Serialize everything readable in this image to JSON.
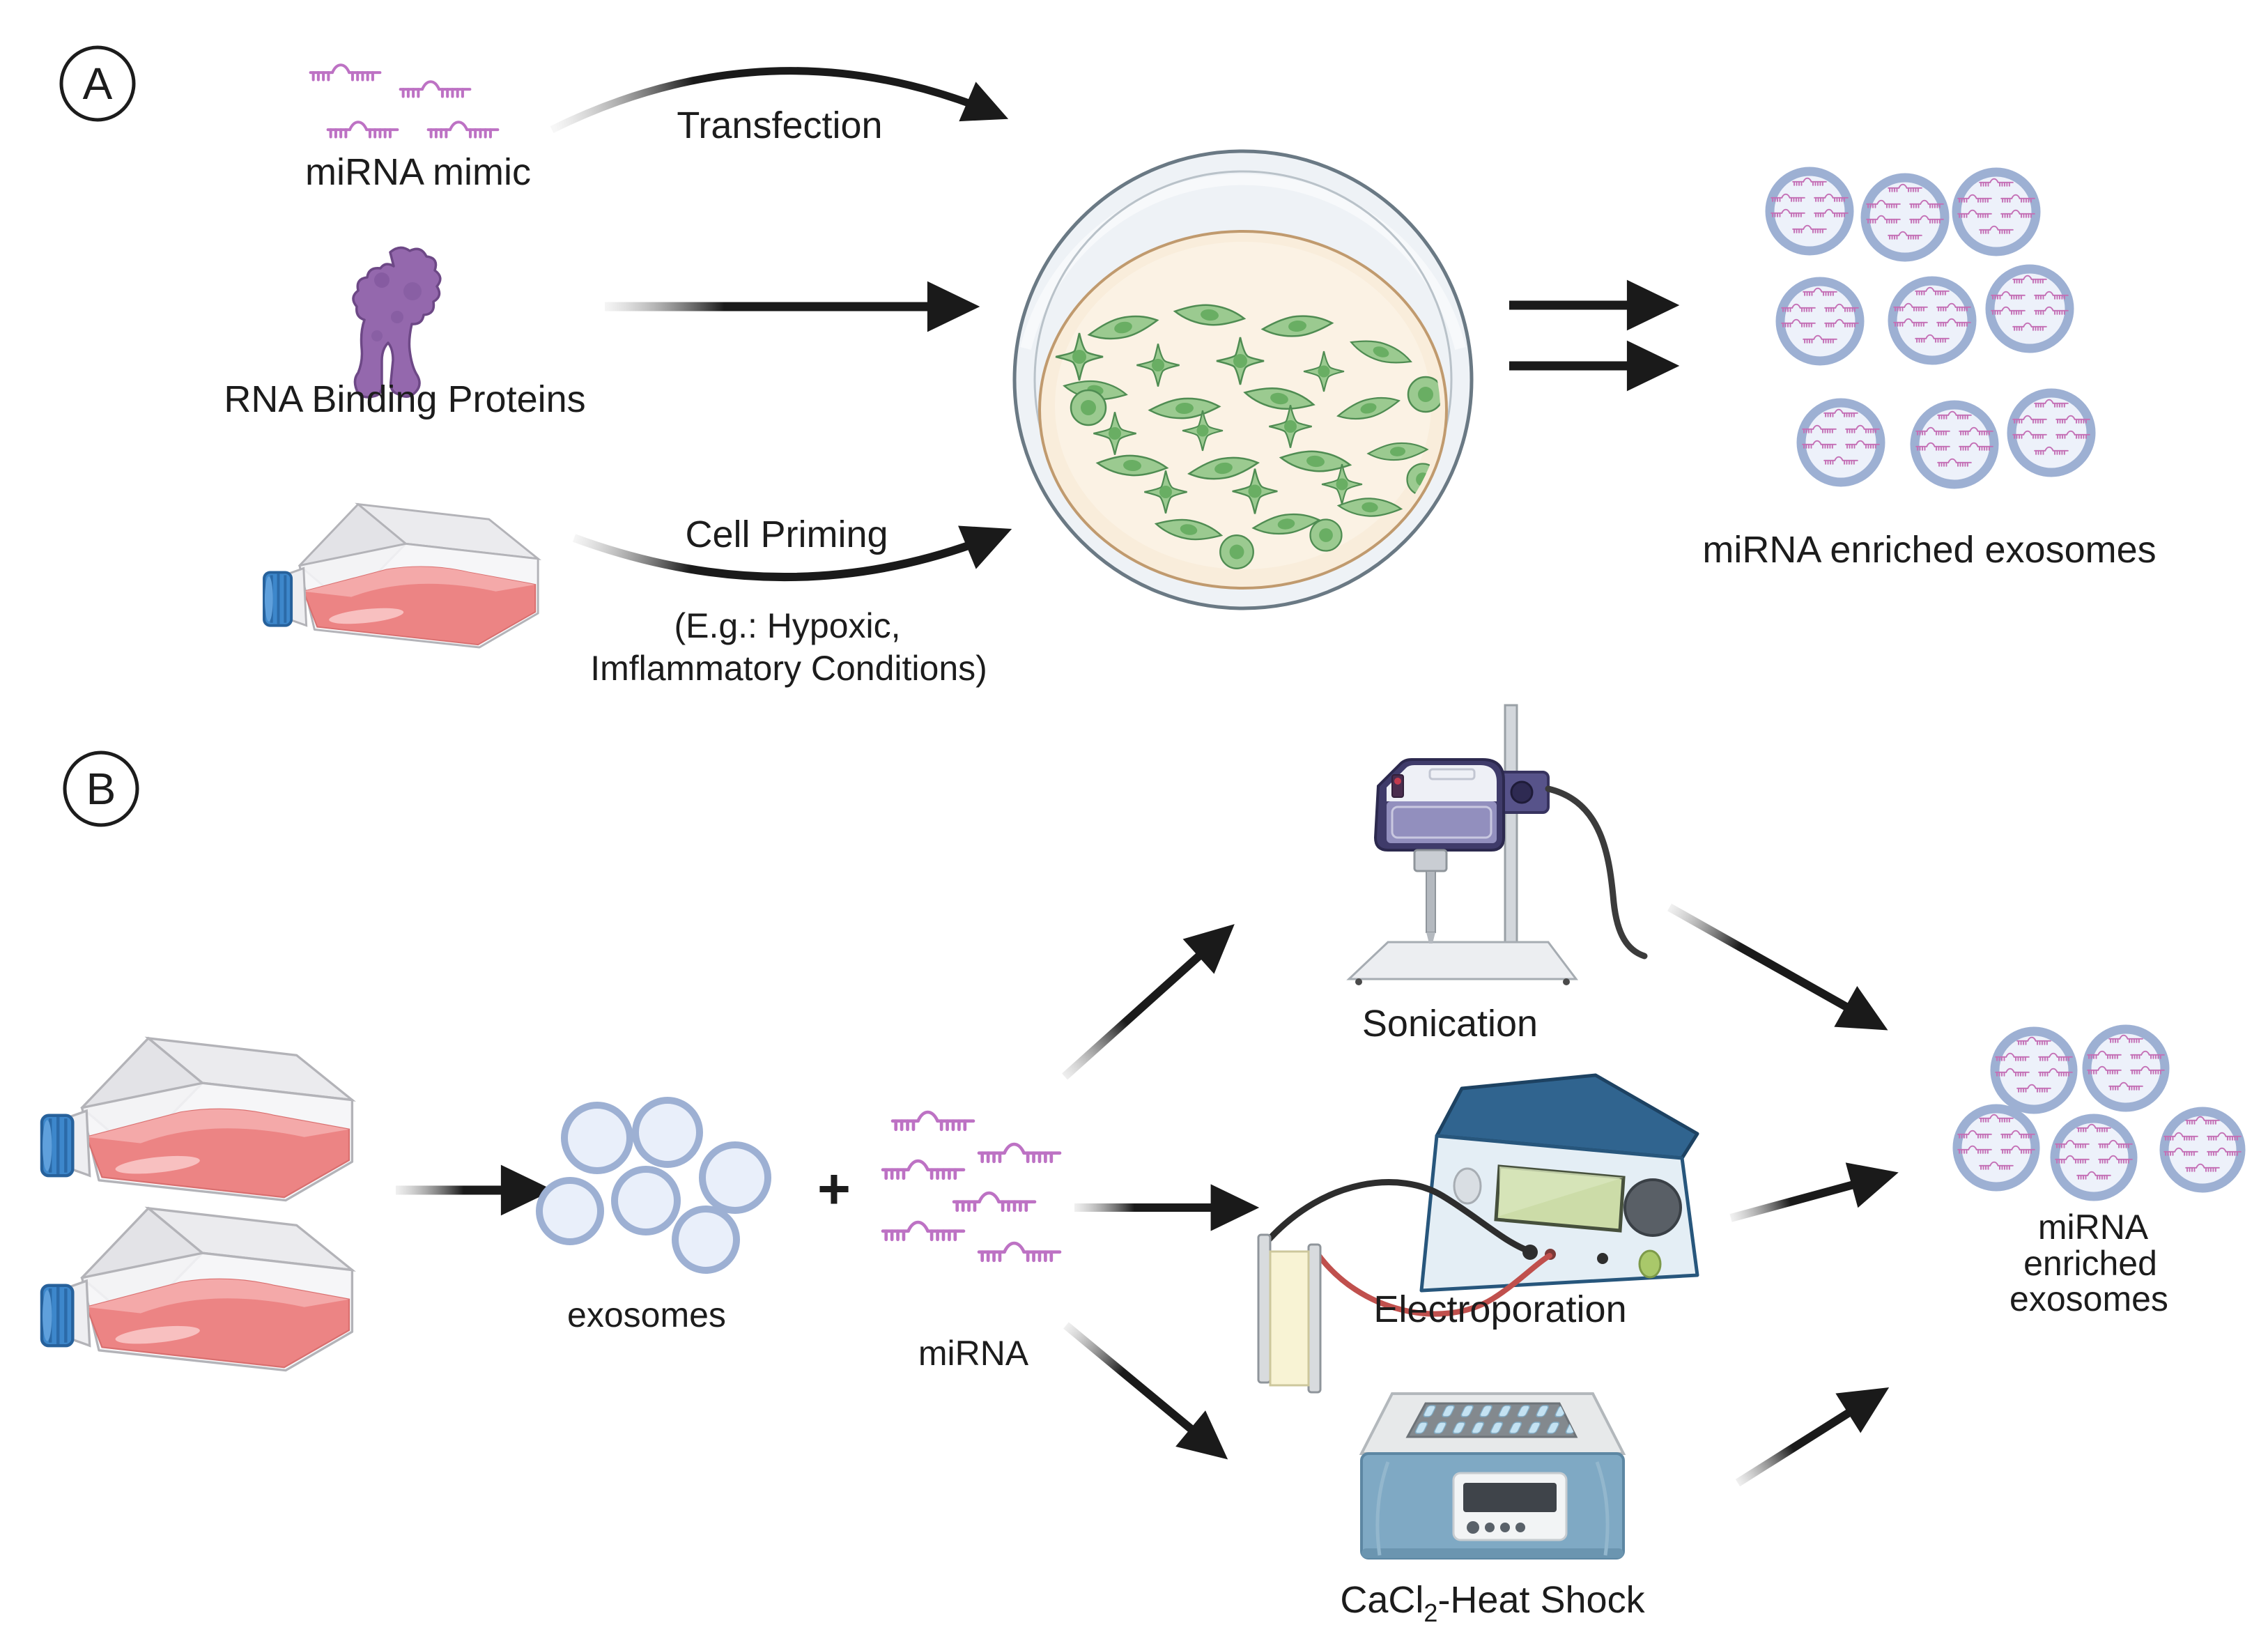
{
  "figure": {
    "panel_a": {
      "label": "A",
      "mirna_mimic_label": "miRNA mimic",
      "transfection_label": "Transfection",
      "rbp_label": "RNA Binding Proteins",
      "cell_priming_label": "Cell Priming",
      "priming_note_line1": "(E.g.: Hypoxic,",
      "priming_note_line2": "Imflammatory Conditions)",
      "output_label": "miRNA enriched exosomes"
    },
    "panel_b": {
      "label": "B",
      "exosomes_label": "exosomes",
      "plus_sign": "+",
      "mirna_label": "miRNA",
      "methods": {
        "sonication": "Sonication",
        "electroporation": "Electroporation",
        "cacl2_prefix": "CaCl",
        "cacl2_subscript": "2",
        "cacl2_suffix": "-Heat Shock"
      },
      "output_line1": "miRNA",
      "output_line2": "enriched",
      "output_line3": "exosomes"
    },
    "colors": {
      "mirna_pink": "#bd72c4",
      "mirna_in_exosome": "#c46fb5",
      "exosome_membrane": "#9db0d3",
      "exosome_fill": "#edf1fa",
      "protein_purple": "#9468ad",
      "flask_liquid": "#ec8484",
      "flask_cap_blue": "#3d87cb",
      "dish_media": "#f9eddb",
      "cell_green": "#9bca90",
      "sonicator_navy": "#3f3b6a",
      "electroporator_blue": "#30648f",
      "heat_block_blue": "#7fa9c4",
      "arrow_black": "#1a1a1a"
    }
  }
}
